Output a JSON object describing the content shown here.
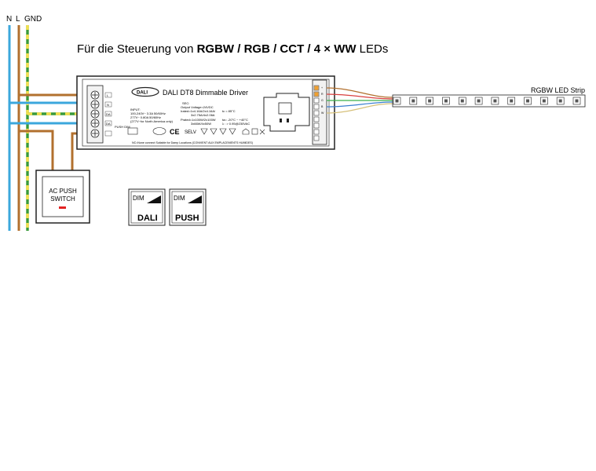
{
  "wires": {
    "n_label": "N",
    "l_label": "L",
    "gnd_label": "GND"
  },
  "title": {
    "prefix": "Für die Steuerung von ",
    "bold": "RGBW / RGB / CCT / 4 × WW",
    "suffix": " LEDs"
  },
  "driver": {
    "brand_logo": "DALI",
    "name": "DALI DT8 Dimmable Driver",
    "input_lines": [
      "INPUT:",
      "100-240V~ 3.3A  50/60Hz",
      "277V~ 0.80A  50/60Hz",
      "(277V~for North America only)"
    ],
    "sec_lines": [
      "SEC:",
      "Output Voltage=24VDC",
      "Irated=1x4.16A/2x4.16A/",
      "3x2.75A/4x2.06A",
      "Prated=1x100W/2x100W",
      "3x66W/4x50W"
    ],
    "spec_lines": [
      "tc = 85°C",
      "ta= -20°C ~ +40°C",
      "λ : > 0.95@230VAC"
    ],
    "left_terminals": [
      "L",
      "N",
      "DA",
      "DA",
      "PUSH"
    ],
    "push_dim_label": "PUSH DIM",
    "cert_labels": [
      "CE",
      "SELV"
    ],
    "footer": "NC=None connect     Suitable for Damp Locations (CONVIENT AUX EMPLACEMENTS HUMIDES)",
    "right_pins": [
      "+",
      "R",
      "G",
      "B",
      "W",
      "",
      "",
      "",
      "",
      ""
    ]
  },
  "push_switch": {
    "line1": "AC PUSH",
    "line2": "SWITCH"
  },
  "badges": [
    {
      "top": "DIM",
      "bottom": "DALI"
    },
    {
      "top": "DIM",
      "bottom": "PUSH"
    }
  ],
  "strip": {
    "label": "RGBW LED Strip",
    "led_count": 12
  },
  "colors": {
    "wire_n": "#3ba7dc",
    "wire_l": "#b2702e",
    "wire_gnd_a": "#3a9a3a",
    "wire_gnd_b": "#f4e04d",
    "outline": "#222222",
    "switch_indicator": "#e22222"
  }
}
